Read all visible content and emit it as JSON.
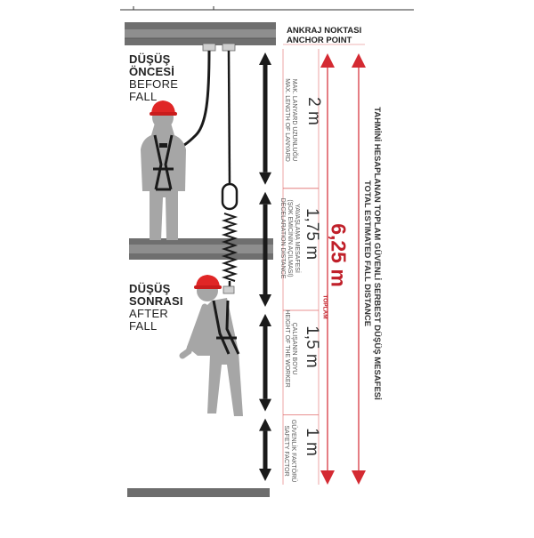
{
  "anchor": {
    "tr": "ANKRAJ NOKTASI",
    "en": "ANCHOR POINT"
  },
  "before": {
    "tr1": "DÜŞÜŞ",
    "tr2": "ÖNCESİ",
    "en1": "BEFORE",
    "en2": "FALL"
  },
  "after": {
    "tr1": "DÜŞÜŞ",
    "tr2": "SONRASI",
    "en1": "AFTER",
    "en2": "FALL"
  },
  "segments": [
    {
      "value": "2 m",
      "meters": 2,
      "tr": "MAK. LANYARD UZUNLUĞU",
      "en": "MAX. LENGTH OF LANYARD"
    },
    {
      "value": "1,75 m",
      "meters": 1.75,
      "tr": "YAVAŞLAMA MESAFESİ",
      "tr2": "(ŞOK EMİCİNİN AÇILMASI)",
      "en": "DECELARATION DISTANCE"
    },
    {
      "value": "1,5 m",
      "meters": 1.5,
      "tr": "ÇALIŞANIN BOYU",
      "en": "HEIGHT OF THE WORKER"
    },
    {
      "value": "1 m",
      "meters": 1,
      "tr": "GÜVENLİK FAKTÖRÜ",
      "en": "SAFETY FACTOR"
    }
  ],
  "total": {
    "value": "6,25 m",
    "sub": "TOPLAM",
    "tr": "TAHMİNİ HESAPLANAN TOPLAM GÜVENLİ SERBEST DÜŞÜŞ MESAFESİ",
    "en": "TOTAL ESTIMATED FALL DISTANCE"
  },
  "colors": {
    "beam": "#7d7d7d",
    "figure": "#a6a6a6",
    "helmet": "#e02626",
    "harness": "#1a1a1a",
    "arrow": "#1a1a1a",
    "total": "#d42a32",
    "guide": "#e06b6b"
  }
}
